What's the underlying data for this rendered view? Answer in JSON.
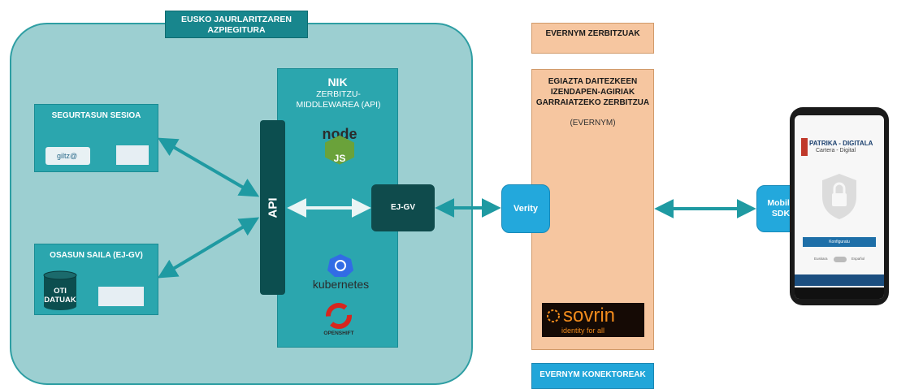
{
  "infra": {
    "title": "EUSKO JAURLARITZAREN AZPIEGITURA",
    "seg_title": "SEGURTASUN SESIOA",
    "seg_logo": "giltz@",
    "osa_title": "OSASUN SAILA (EJ-GV)",
    "oti": "OTI DATUAK"
  },
  "nik": {
    "title": "NIK",
    "subtitle": "ZERBITZU-MIDDLEWAREA (API)",
    "api": "API",
    "ejgv": "EJ-GV",
    "k8s": "kubernetes",
    "openshift": "OPENSHIFT"
  },
  "evernym": {
    "title": "EVERNYM ZERBITZUAK",
    "main": "EGIAZTA DAITEZKEEN IZENDAPEN-AGIRIAK GARRAIATZEKO ZERBITZUA",
    "main_sub": "(EVERNYM)",
    "sovrin": "sovrin",
    "sovrin_tag": "identity for all",
    "konektoreak": "EVERNYM KONEKTOREAK"
  },
  "verity": "Verity",
  "sdk": "Mobile SDK",
  "phone": {
    "brand": "PATRIKA - DIGITALA",
    "sub": "Cartera - Digital",
    "btn": "Konfiguratu",
    "toggle_left": "Euskara",
    "toggle_right": "Español"
  },
  "colors": {
    "teal_dark": "#0c4e4f",
    "teal": "#2ba6ae",
    "teal_light": "#9ccfd1",
    "peach": "#f6c6a0",
    "blue": "#23a8dc",
    "arrow": "#1f9aa2"
  }
}
